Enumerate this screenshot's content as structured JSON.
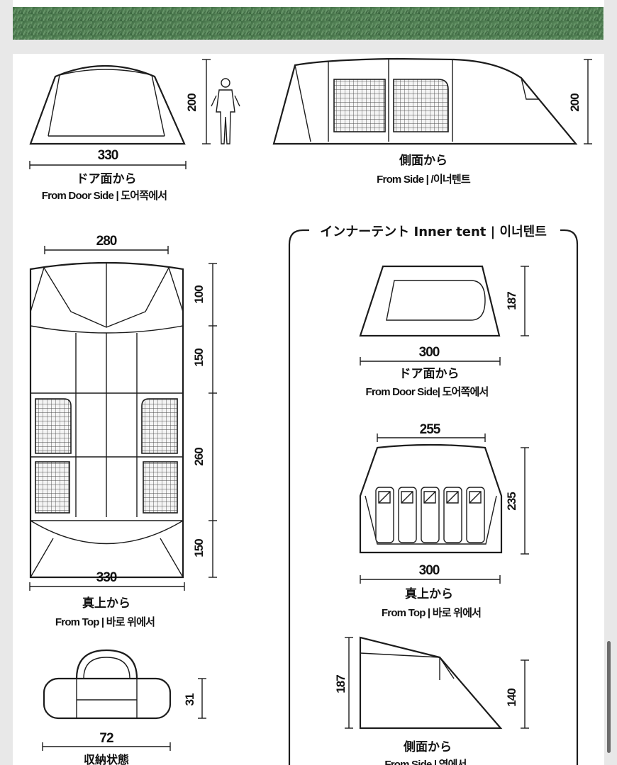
{
  "page": {
    "scrollbar": "vertical-scrollbar"
  },
  "views": {
    "door_side": {
      "width": "330",
      "height": "200",
      "caption_jp": "ドア面から",
      "caption_en": "From  Door Side | 도어쪽에서"
    },
    "side": {
      "height": "200",
      "caption_jp": "側面から",
      "caption_en": "From Side | /이너텐트"
    },
    "top": {
      "width_top": "280",
      "width_bottom": "330",
      "seg1": "100",
      "seg2": "150",
      "seg3": "260",
      "seg4": "150",
      "caption_jp": "真上から",
      "caption_en": "From Top | 바로 위에서"
    },
    "bag": {
      "width": "72",
      "height": "31",
      "caption_jp": "収納状態"
    }
  },
  "inner_tent": {
    "title": "インナーテント Inner tent | 이너텐트",
    "door_side": {
      "width": "300",
      "height": "187",
      "caption_jp": "ドア面から",
      "caption_en": "From  Door Side| 도어쪽에서"
    },
    "top": {
      "width_top": "255",
      "width_bottom": "300",
      "height": "235",
      "caption_jp": "真上から",
      "caption_en": "From Top | 바로 위에서"
    },
    "side": {
      "height_left": "187",
      "height_right": "140",
      "caption_jp": "側面から",
      "caption_en": "From Side | 옆에서"
    }
  }
}
